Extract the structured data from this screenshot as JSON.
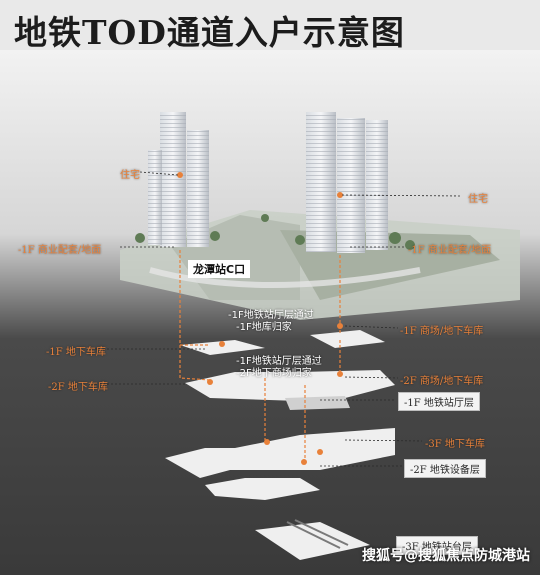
{
  "title": "地铁TOD通道入户示意图",
  "labels": {
    "residence_left": "住宅",
    "residence_right": "住宅",
    "commerce_left": "-1F 商业配套/地面",
    "commerce_right": "-1F 商业配套/地面",
    "station_exit": "龙潭站C口",
    "passage_1": [
      "-1F地铁站厅层通过",
      "-1F地库归家"
    ],
    "passage_2": [
      "-1F地铁站厅层通过",
      "-2F地下商场归家"
    ],
    "left_b1_parking": "-1F 地下车库",
    "left_b2_parking": "-2F 地下车库",
    "right_b1": "-1F 商场/地下车库",
    "right_b2": "-2F 商场/地下车库",
    "hall": "-1F 地铁站厅层",
    "right_b3": "-3F 地下车库",
    "equipment": "-2F 地铁设备层",
    "platform": "-3F 地铁站台层",
    "watermark": "搜狐号@搜狐焦点防城港站"
  },
  "colors": {
    "accent": "#e8813a",
    "dark": "#1c1c1c",
    "slab": "#efefef"
  }
}
